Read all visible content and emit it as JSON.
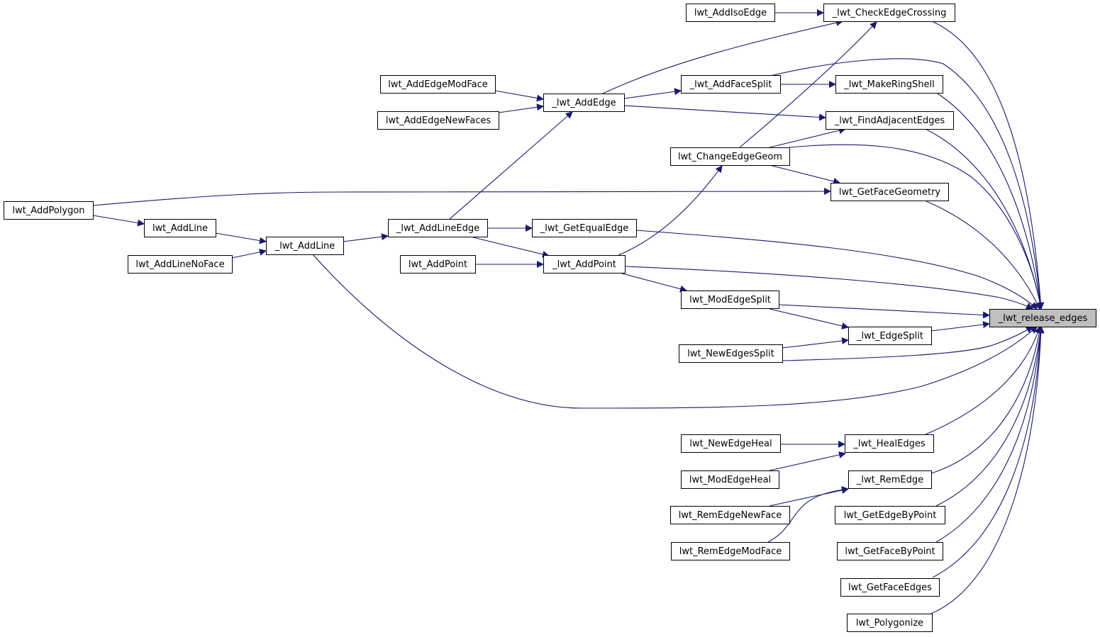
{
  "colors": {
    "edge": "#191970",
    "node_border": "#000000",
    "node_fill": "#ffffff",
    "focus_fill": "#bfbfbf"
  },
  "nodes": {
    "lwt_AddIsoEdge": "lwt_AddIsoEdge",
    "check_edge_crossing": "_lwt_CheckEdgeCrossing",
    "lwt_AddEdgeModFace": "lwt_AddEdgeModFace",
    "add_edge": "_lwt_AddEdge",
    "add_face_split": "_lwt_AddFaceSplit",
    "make_ring_shell": "_lwt_MakeRingShell",
    "lwt_AddEdgeNewFaces": "lwt_AddEdgeNewFaces",
    "find_adjacent_edges": "_lwt_FindAdjacentEdges",
    "lwt_ChangeEdgeGeom": "lwt_ChangeEdgeGeom",
    "lwt_GetFaceGeometry": "lwt_GetFaceGeometry",
    "lwt_AddPolygon": "lwt_AddPolygon",
    "lwt_AddLine": "lwt_AddLine",
    "add_line_edge": "_lwt_AddLineEdge",
    "get_equal_edge": "_lwt_GetEqualEdge",
    "add_line": "_lwt_AddLine",
    "lwt_AddLineNoFace": "lwt_AddLineNoFace",
    "lwt_AddPoint": "lwt_AddPoint",
    "add_point": "_lwt_AddPoint",
    "lwt_ModEdgeSplit": "lwt_ModEdgeSplit",
    "release_edges": "_lwt_release_edges",
    "edge_split": "_lwt_EdgeSplit",
    "lwt_NewEdgesSplit": "lwt_NewEdgesSplit",
    "lwt_NewEdgeHeal": "lwt_NewEdgeHeal",
    "heal_edges": "_lwt_HealEdges",
    "lwt_ModEdgeHeal": "lwt_ModEdgeHeal",
    "rem_edge": "_lwt_RemEdge",
    "lwt_RemEdgeNewFace": "lwt_RemEdgeNewFace",
    "lwt_GetEdgeByPoint": "lwt_GetEdgeByPoint",
    "lwt_RemEdgeModFace": "lwt_RemEdgeModFace",
    "lwt_GetFaceByPoint": "lwt_GetFaceByPoint",
    "lwt_GetFaceEdges": "lwt_GetFaceEdges",
    "lwt_Polygonize": "lwt_Polygonize"
  }
}
